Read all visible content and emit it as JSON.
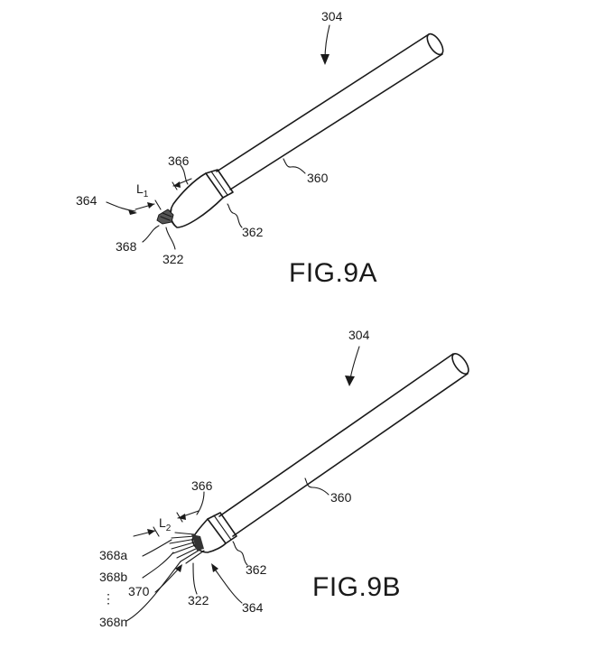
{
  "fig_a": {
    "caption": "FIG.9A",
    "ref_device": "304",
    "ref_shaft": "360",
    "ref_ring": "362",
    "ref_tip": "366",
    "ref_end": "364",
    "ref_fiber": "368",
    "ref_bundle": "322",
    "length_letter": "L",
    "length_sub": "1"
  },
  "fig_b": {
    "caption": "FIG.9B",
    "ref_device": "304",
    "ref_shaft": "360",
    "ref_ring": "362",
    "ref_tip": "366",
    "ref_end": "364",
    "ref_bundle": "322",
    "ref_core": "370",
    "fiber_labels": [
      "368a",
      "368b",
      "⋮",
      "368n"
    ],
    "length_letter": "L",
    "length_sub": "2"
  }
}
